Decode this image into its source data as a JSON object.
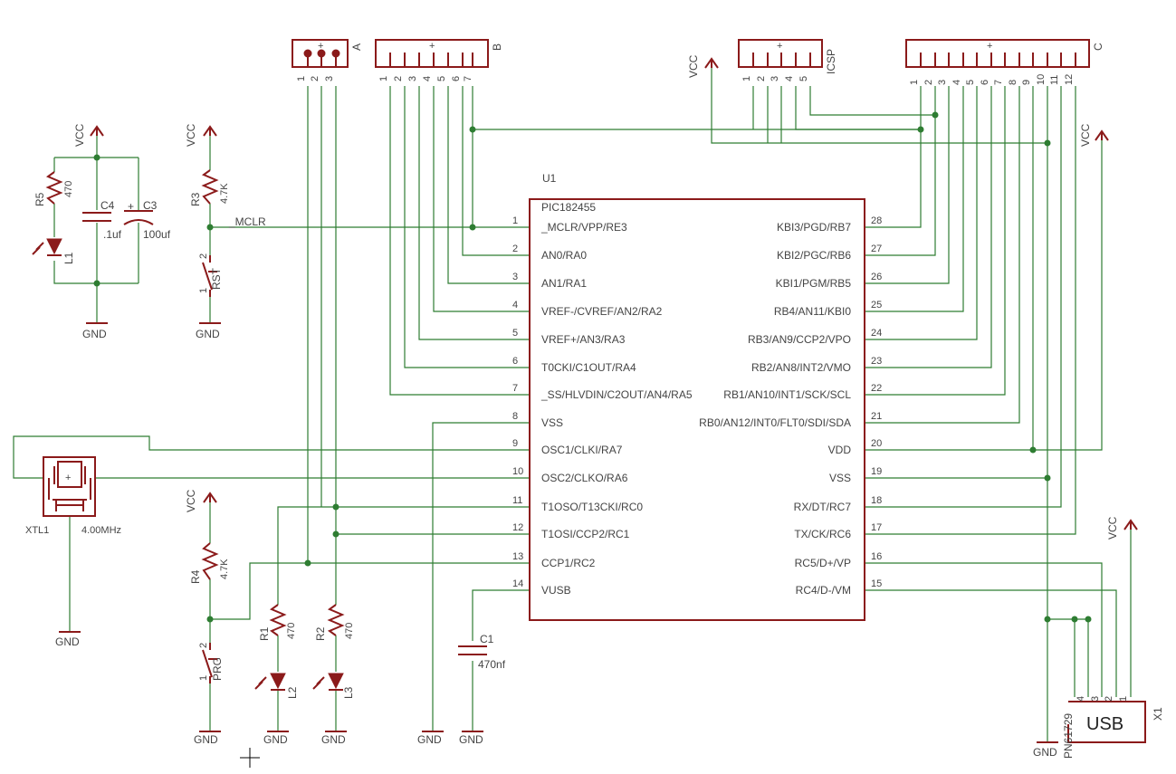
{
  "chip": {
    "ref": "U1",
    "value": "PIC182455",
    "left_pins": [
      {
        "num": "1",
        "name": "_MCLR/VPP/RE3"
      },
      {
        "num": "2",
        "name": "AN0/RA0"
      },
      {
        "num": "3",
        "name": "AN1/RA1"
      },
      {
        "num": "4",
        "name": "VREF-/CVREF/AN2/RA2"
      },
      {
        "num": "5",
        "name": "VREF+/AN3/RA3"
      },
      {
        "num": "6",
        "name": "T0CKI/C1OUT/RA4"
      },
      {
        "num": "7",
        "name": "_SS/HLVDIN/C2OUT/AN4/RA5"
      },
      {
        "num": "8",
        "name": "VSS"
      },
      {
        "num": "9",
        "name": "OSC1/CLKI/RA7"
      },
      {
        "num": "10",
        "name": "OSC2/CLKO/RA6"
      },
      {
        "num": "11",
        "name": "T1OSO/T13CKI/RC0"
      },
      {
        "num": "12",
        "name": "T1OSI/CCP2/RC1"
      },
      {
        "num": "13",
        "name": "CCP1/RC2"
      },
      {
        "num": "14",
        "name": "VUSB"
      }
    ],
    "right_pins": [
      {
        "num": "28",
        "name": "KBI3/PGD/RB7"
      },
      {
        "num": "27",
        "name": "KBI2/PGC/RB6"
      },
      {
        "num": "26",
        "name": "KBI1/PGM/RB5"
      },
      {
        "num": "25",
        "name": "RB4/AN11/KBI0"
      },
      {
        "num": "24",
        "name": "RB3/AN9/CCP2/VPO"
      },
      {
        "num": "23",
        "name": "RB2/AN8/INT2/VMO"
      },
      {
        "num": "22",
        "name": "RB1/AN10/INT1/SCK/SCL"
      },
      {
        "num": "21",
        "name": "RB0/AN12/INT0/FLT0/SDI/SDA"
      },
      {
        "num": "20",
        "name": "VDD"
      },
      {
        "num": "19",
        "name": "VSS"
      },
      {
        "num": "18",
        "name": "RX/DT/RC7"
      },
      {
        "num": "17",
        "name": "TX/CK/RC6"
      },
      {
        "num": "16",
        "name": "RC5/D+/VP"
      },
      {
        "num": "15",
        "name": "RC4/D-/VM"
      }
    ]
  },
  "headers": {
    "A": {
      "label": "A",
      "plus": "+",
      "pins": [
        "1",
        "2",
        "3"
      ]
    },
    "B": {
      "label": "B",
      "plus": "+",
      "pins": [
        "1",
        "2",
        "3",
        "4",
        "5",
        "6",
        "7"
      ]
    },
    "ICSP": {
      "label": "ICSP",
      "plus": "+",
      "pins": [
        "1",
        "2",
        "3",
        "4",
        "5"
      ]
    },
    "C": {
      "label": "C",
      "plus": "+",
      "pins": [
        "1",
        "2",
        "3",
        "4",
        "5",
        "6",
        "7",
        "8",
        "9",
        "10",
        "11",
        "12"
      ]
    }
  },
  "labels": {
    "vcc": "VCC",
    "gnd": "GND",
    "mclr": "_MCLR",
    "r5": "R5",
    "r5_val": "470",
    "c4": "C4",
    "c4_val": ".1uf",
    "c3": "C3",
    "c3_val": "100uf",
    "l1": "L1",
    "r3": "R3",
    "r3_val": "4.7K",
    "rst": "RST",
    "xtl1": "XTL1",
    "xtl1_val": "4.00MHz",
    "r4": "R4",
    "r4_val": "4.7K",
    "prg": "PRG",
    "r1": "R1",
    "r1_val": "470",
    "r2": "R2",
    "r2_val": "470",
    "l2": "L2",
    "l3": "L3",
    "c1": "C1",
    "c1_val": "470nf",
    "usb": "USB",
    "x1": "X1",
    "pn": "PN61729",
    "usb_pins": [
      "4",
      "3",
      "2",
      "1"
    ],
    "sw_pin1": "1",
    "sw_pin2": "2",
    "plus": "+"
  },
  "colors": {
    "wire": "#2e7d32",
    "symbol": "#8b1a1a"
  }
}
